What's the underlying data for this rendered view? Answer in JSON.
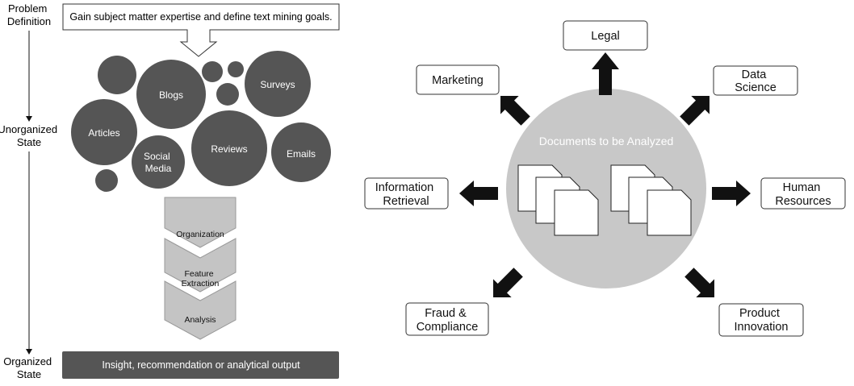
{
  "left": {
    "stages": {
      "problem_definition": [
        "Problem",
        "Definition"
      ],
      "unorganized_state": [
        "Unorganized",
        "State"
      ],
      "organized_state": [
        "Organized",
        "State"
      ]
    },
    "goal_banner": "Gain subject matter expertise and define text mining goals.",
    "sources": {
      "blogs": "Blogs",
      "surveys": "Surveys",
      "articles": "Articles",
      "social_media": [
        "Social",
        "Media"
      ],
      "reviews": "Reviews",
      "emails": "Emails"
    },
    "process_steps": {
      "organization": [
        "Organization"
      ],
      "feature_extraction": [
        "Feature",
        "Extraction"
      ],
      "analysis": [
        "Analysis"
      ]
    },
    "output": "Insight, recommendation or analytical output"
  },
  "right": {
    "center_title": "Documents to be Analyzed",
    "applications": {
      "legal": [
        "Legal"
      ],
      "marketing": [
        "Marketing"
      ],
      "data_science": [
        "Data",
        "Science"
      ],
      "information_retrieval": [
        "Information",
        "Retrieval"
      ],
      "human_resources": [
        "Human",
        "Resources"
      ],
      "fraud_compliance": [
        "Fraud &",
        "Compliance"
      ],
      "product_innovation": [
        "Product",
        "Innovation"
      ]
    }
  },
  "colors": {
    "dark_circle": "#555555",
    "chevron": "#c4c4c4",
    "output_bar": "#555555",
    "center_circle": "#c8c8c8",
    "arrow": "#111111"
  }
}
